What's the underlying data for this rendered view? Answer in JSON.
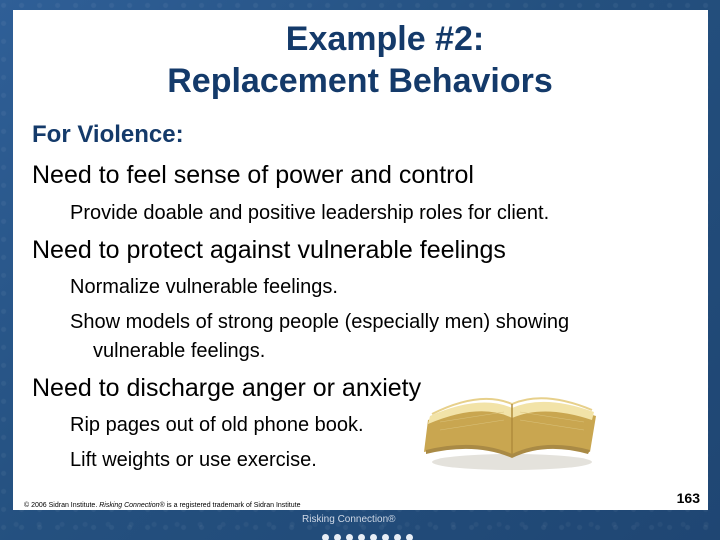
{
  "title": {
    "line1": "Example #2:",
    "line2": "Replacement Behaviors"
  },
  "content": {
    "heading": "For Violence:",
    "items": [
      {
        "main": "Need to feel sense of power and control",
        "subs": [
          "Provide doable and positive leadership roles for client."
        ]
      },
      {
        "main": "Need to protect against vulnerable feelings",
        "subs": [
          "Normalize vulnerable feelings.",
          "Show models of strong people (especially men) showing",
          "vulnerable feelings."
        ]
      },
      {
        "main": "Need to discharge anger or anxiety",
        "subs": [
          "Rip pages out of old phone book.",
          "Lift weights or use exercise."
        ]
      }
    ]
  },
  "footer": {
    "copyright_prefix": "© 2006 Sidran Institute. ",
    "copyright_italic": "Risking Connection®",
    "copyright_suffix": " is a registered trademark of Sidran Institute",
    "page_number": "163",
    "logo_text": "Risking Connection®"
  },
  "colors": {
    "title": "#143a6a",
    "background": "#2a5689"
  }
}
